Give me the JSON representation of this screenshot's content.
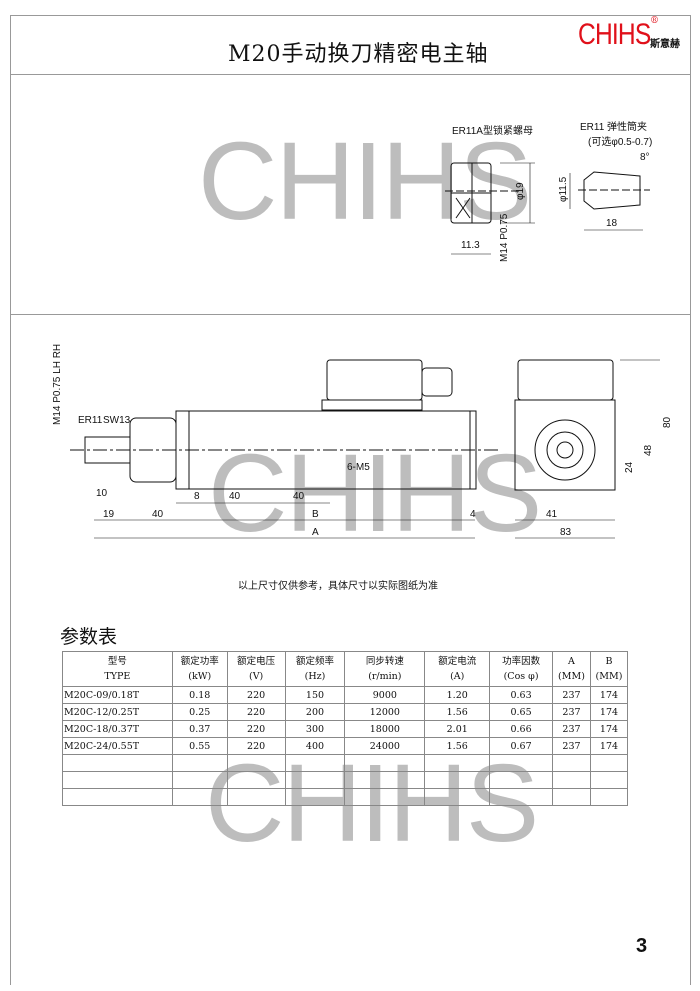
{
  "header": {
    "title": "M20手动换刀精密电主轴",
    "logo": "CHIHS",
    "logo_sub": "斯意赫",
    "logo_mark": "®"
  },
  "watermark": "CHIHS",
  "drawings": {
    "nut_label": "ER11A型锁紧螺母",
    "nut_dia": "φ19",
    "nut_len": "11.3",
    "nut_thread": "M14 P0.75",
    "collet_label": "ER11  弹性筒夹",
    "collet_option": "(可选φ0.5-0.7)",
    "collet_dia": "φ11.5",
    "collet_len": "18",
    "collet_angle": "8°",
    "side_thread": "M14 P0.75 LH RH",
    "er11": "ER11",
    "sw13": "SW13",
    "d10": "10",
    "d19": "19",
    "d40a": "40",
    "d8": "8",
    "d40b": "40",
    "d40c": "40",
    "holes": "6-M5",
    "dB": "B",
    "dA": "A",
    "d4": "4",
    "end_80": "80",
    "end_48": "48",
    "end_24": "24",
    "end_41": "41",
    "end_83": "83"
  },
  "note": "以上尺寸仅供参考，具体尺寸以实际图纸为准",
  "params_title": "参数表",
  "table": {
    "headers": [
      [
        "型号",
        "TYPE"
      ],
      [
        "额定功率",
        "(kW)"
      ],
      [
        "额定电压",
        "(V)"
      ],
      [
        "额定频率",
        "(Hz)"
      ],
      [
        "同步转速",
        "(r/min)"
      ],
      [
        "额定电流",
        "(A)"
      ],
      [
        "功率因数",
        "(Cos φ)"
      ],
      [
        "A",
        "(MM)"
      ],
      [
        "B",
        "(MM)"
      ]
    ],
    "rows": [
      [
        "M20C-09/0.18T",
        "0.18",
        "220",
        "150",
        "9000",
        "1.20",
        "0.63",
        "237",
        "174"
      ],
      [
        "M20C-12/0.25T",
        "0.25",
        "220",
        "200",
        "12000",
        "1.56",
        "0.65",
        "237",
        "174"
      ],
      [
        "M20C-18/0.37T",
        "0.37",
        "220",
        "300",
        "18000",
        "2.01",
        "0.66",
        "237",
        "174"
      ],
      [
        "M20C-24/0.55T",
        "0.55",
        "220",
        "400",
        "24000",
        "1.56",
        "0.67",
        "237",
        "174"
      ]
    ]
  },
  "page_number": "3"
}
